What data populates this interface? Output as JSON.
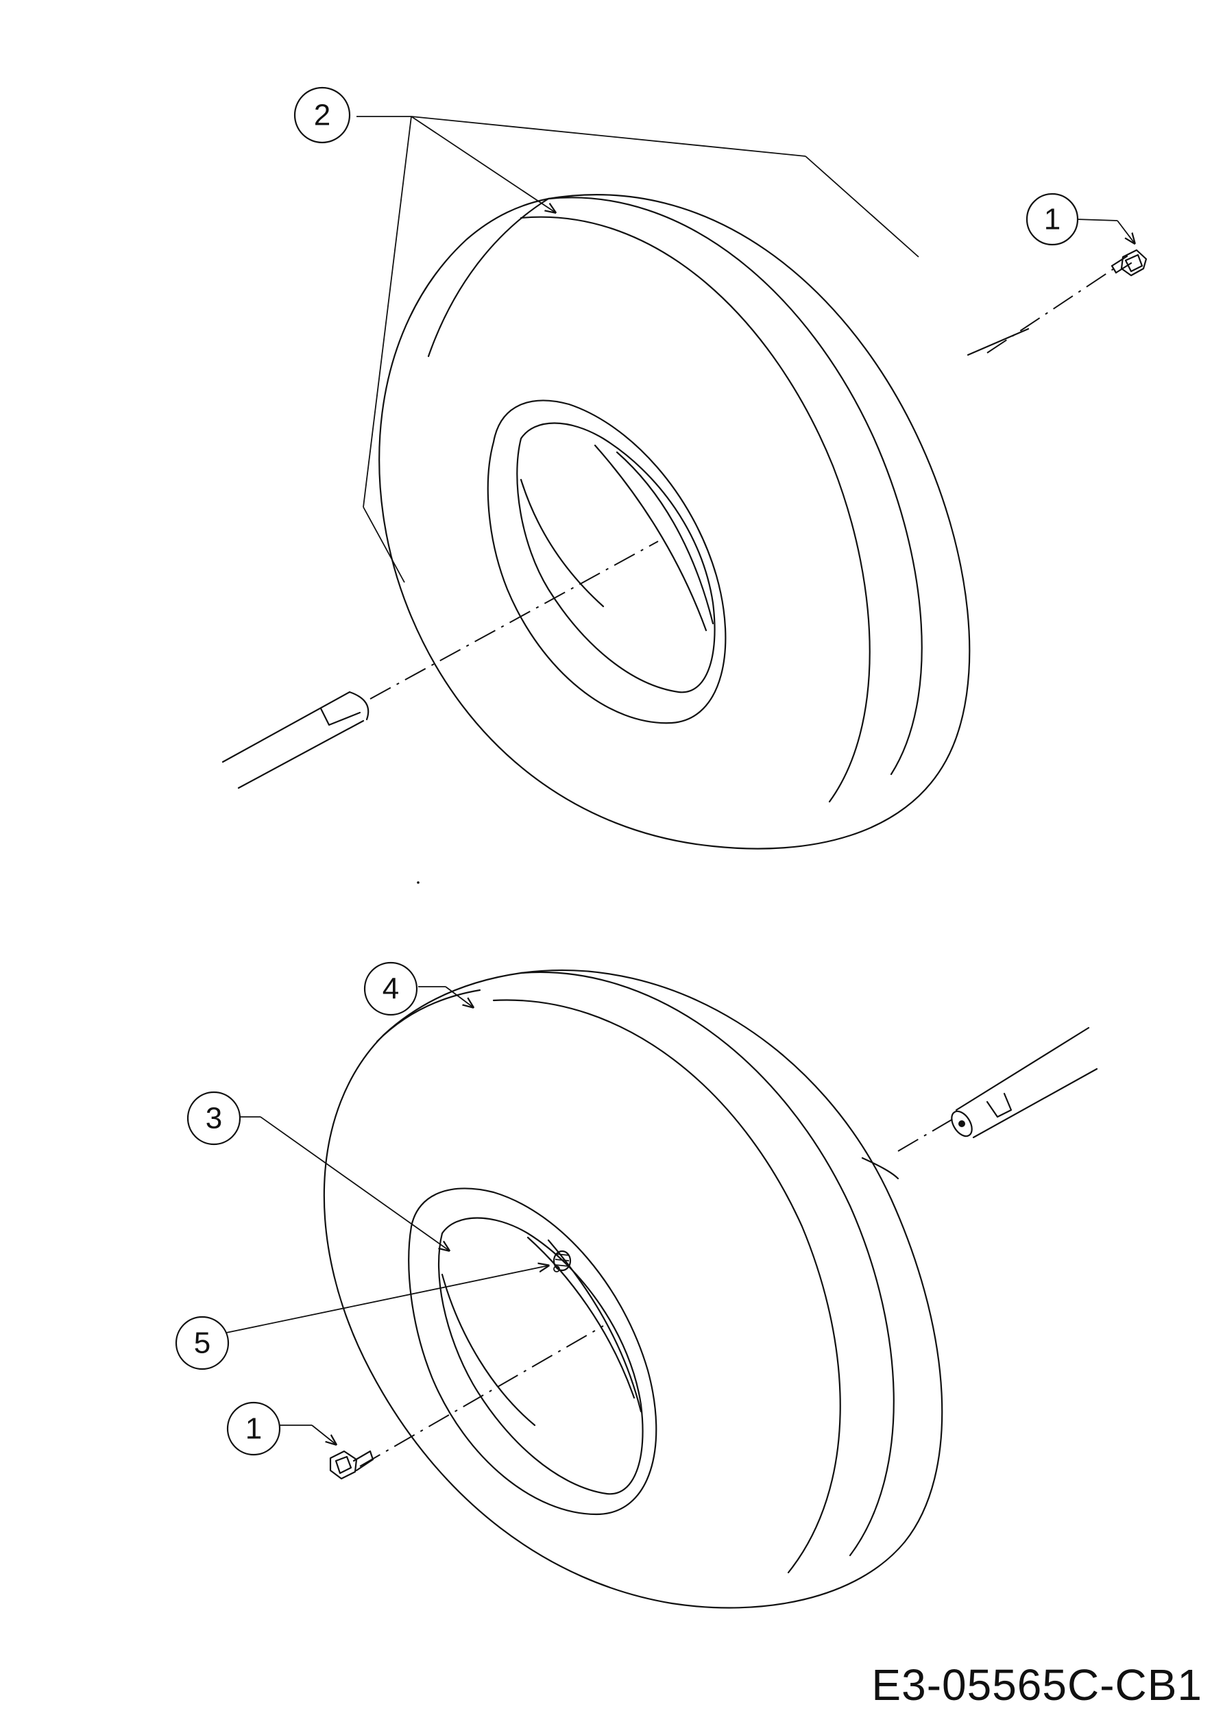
{
  "callouts": {
    "top_bolt": "1",
    "top_wheel": "2",
    "bottom_rim": "3",
    "bottom_tire": "4",
    "bottom_screw": "5",
    "bottom_bolt": "1"
  },
  "drawing_code": "E3-05565C-CB1"
}
